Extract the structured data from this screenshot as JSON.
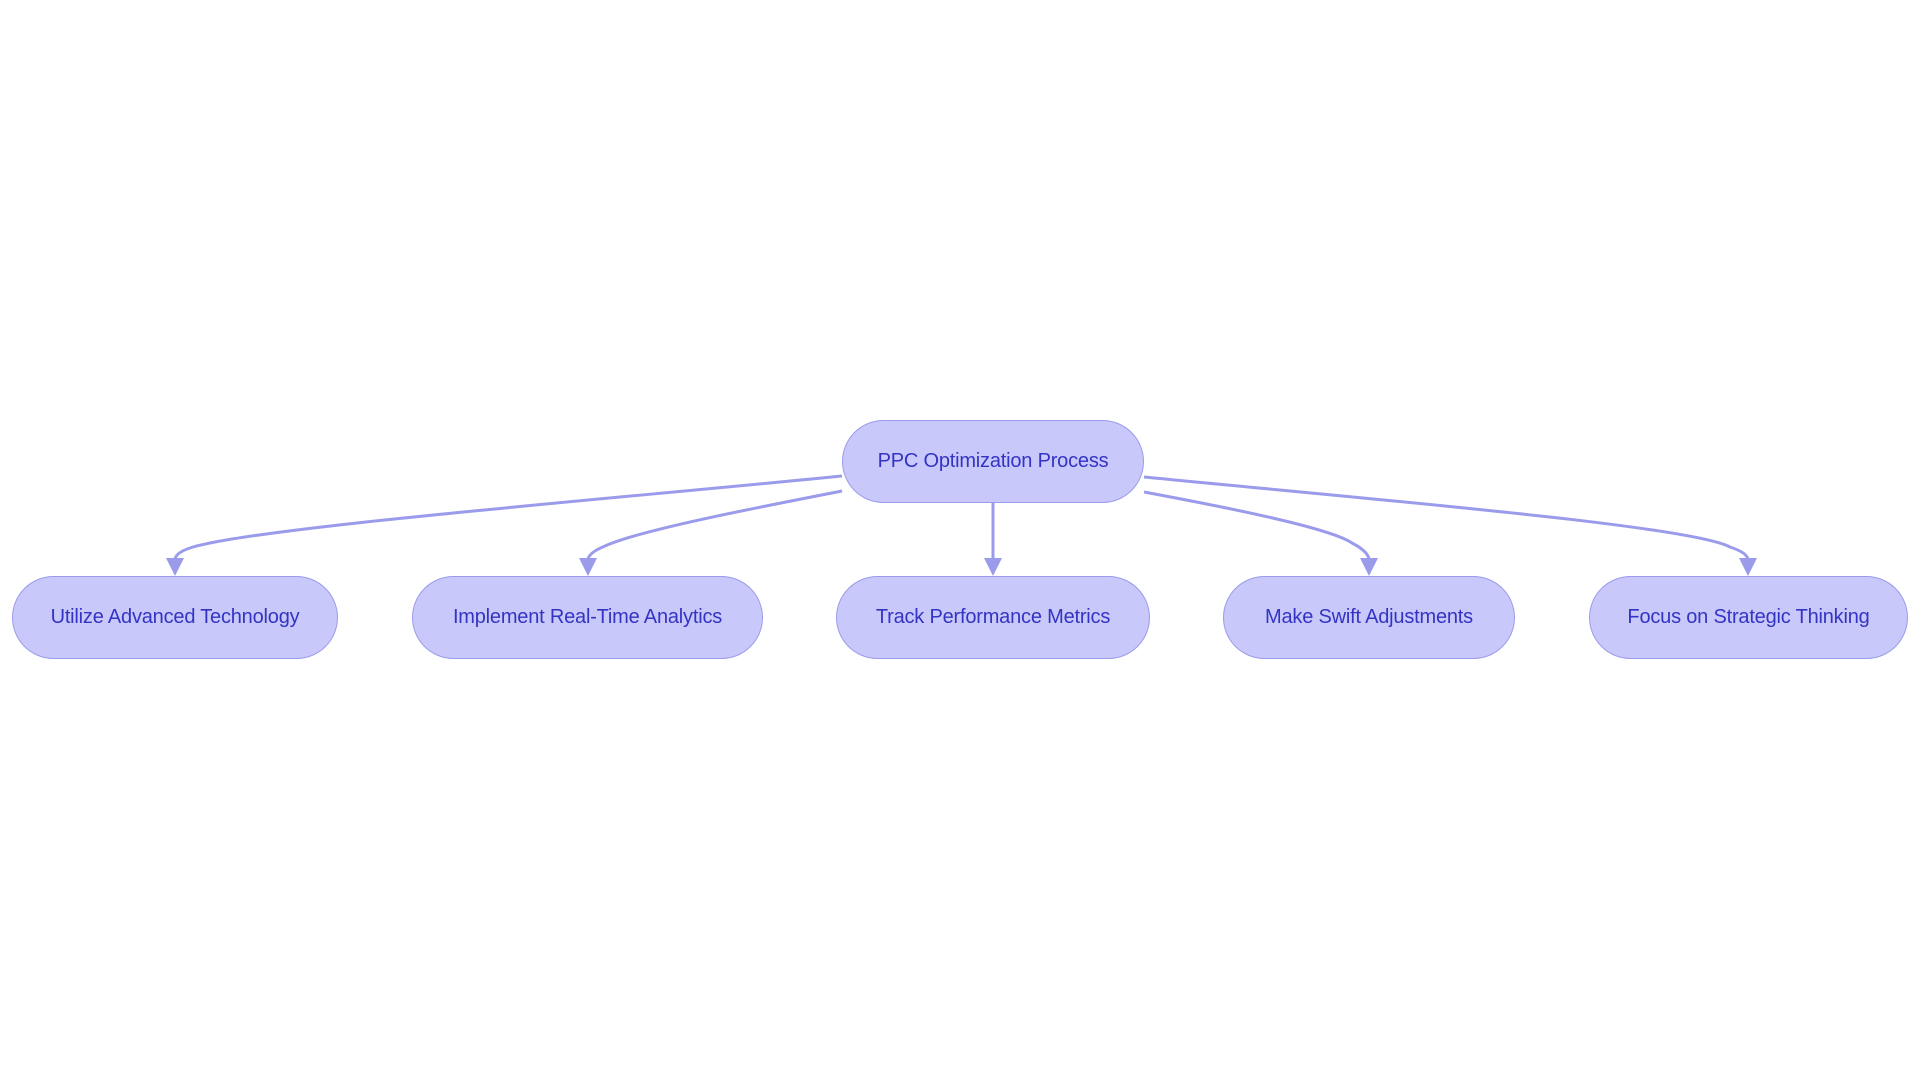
{
  "diagram": {
    "type": "flowchart",
    "direction": "top-down",
    "colors": {
      "background": "#ffffff",
      "node_fill": "#c8c8fa",
      "node_stroke": "#9b9bec",
      "node_text": "#3434c4",
      "edge": "#9b9bec"
    },
    "root": {
      "id": "root",
      "label": "PPC Optimization Process"
    },
    "children": [
      {
        "id": "c1",
        "label": "Utilize Advanced Technology"
      },
      {
        "id": "c2",
        "label": "Implement Real-Time Analytics"
      },
      {
        "id": "c3",
        "label": "Track Performance Metrics"
      },
      {
        "id": "c4",
        "label": "Make Swift Adjustments"
      },
      {
        "id": "c5",
        "label": "Focus on Strategic Thinking"
      }
    ],
    "edges": [
      {
        "from": "root",
        "to": "c1"
      },
      {
        "from": "root",
        "to": "c2"
      },
      {
        "from": "root",
        "to": "c3"
      },
      {
        "from": "root",
        "to": "c4"
      },
      {
        "from": "root",
        "to": "c5"
      }
    ]
  }
}
